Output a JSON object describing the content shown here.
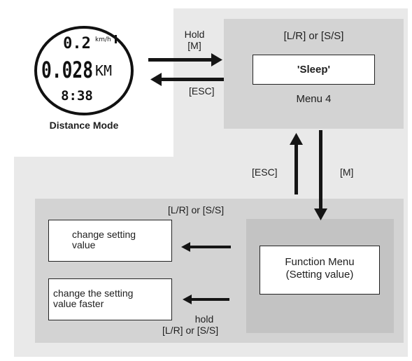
{
  "watch": {
    "top_value": "0.2",
    "top_unit": "km/h",
    "main_value": "0.028",
    "main_unit": "KM",
    "time": "8:38",
    "caption": "Distance Mode"
  },
  "menu4": {
    "hold_label_line1": "Hold",
    "hold_label_line2": "[M]",
    "esc_left_label": "[ESC]",
    "buttons_label": "[L/R] or [S/S]",
    "sleep_label": "'Sleep'",
    "menu_label": "Menu 4"
  },
  "vertical": {
    "esc_label": "[ESC]",
    "m_label": "[M]"
  },
  "function_menu": {
    "label_line1": "Function Menu",
    "label_line2": "(Setting value)"
  },
  "actions": {
    "top_trigger": "[L/R] or [S/S]",
    "change_value_line1": "change setting",
    "change_value_line2": "value",
    "bottom_trigger_line1": "hold",
    "bottom_trigger_line2": "[L/R] or [S/S]",
    "change_faster_line1": "change the setting",
    "change_faster_line2": "value faster"
  }
}
